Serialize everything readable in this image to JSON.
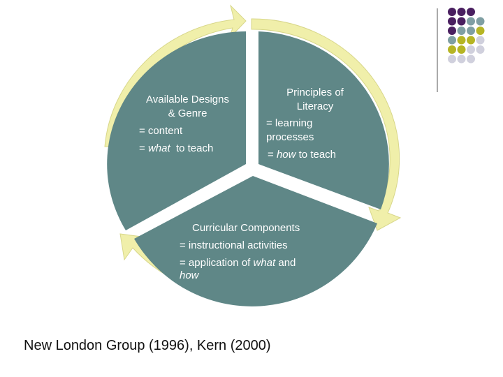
{
  "colors": {
    "segment": "#5f8787",
    "ring": "#f0efaa",
    "ring_edge": "#d8d78a",
    "text": "#ffffff",
    "dot_purple": "#4a1f60",
    "dot_teal": "#7f9fa3",
    "dot_olive": "#b6b524",
    "dot_lavender": "#d0d0dd"
  },
  "segments": {
    "available_designs": {
      "title_line1": "Available Designs",
      "title_line2": "& Genre",
      "line1": "= content",
      "line2_em": "what",
      "line2_prefix": "= ",
      "line2_suffix": "  to teach"
    },
    "principles": {
      "title_line1": "Principles of",
      "title_line2": "Literacy",
      "line1": "= learning",
      "line2": "processes",
      "line3_prefix": "= ",
      "line3_em": "how",
      "line3_suffix": " to teach"
    },
    "curricular": {
      "title": "Curricular Components",
      "line1": "= instructional activities",
      "line2_prefix": "= application of ",
      "line2_em": "what",
      "line2_suffix": " and",
      "line3_em": "how"
    }
  },
  "citation": "New London Group (1996), Kern (2000)",
  "decoration": {
    "dot_rows": [
      [
        "purple",
        "purple",
        "purple"
      ],
      [
        "purple",
        "purple",
        "teal",
        "teal"
      ],
      [
        "purple",
        "teal",
        "teal",
        "olive"
      ],
      [
        "teal",
        "olive",
        "olive",
        "lavender"
      ],
      [
        "olive",
        "olive",
        "lavender",
        "lavender"
      ],
      [
        "lavender",
        "lavender",
        "lavender"
      ]
    ]
  }
}
